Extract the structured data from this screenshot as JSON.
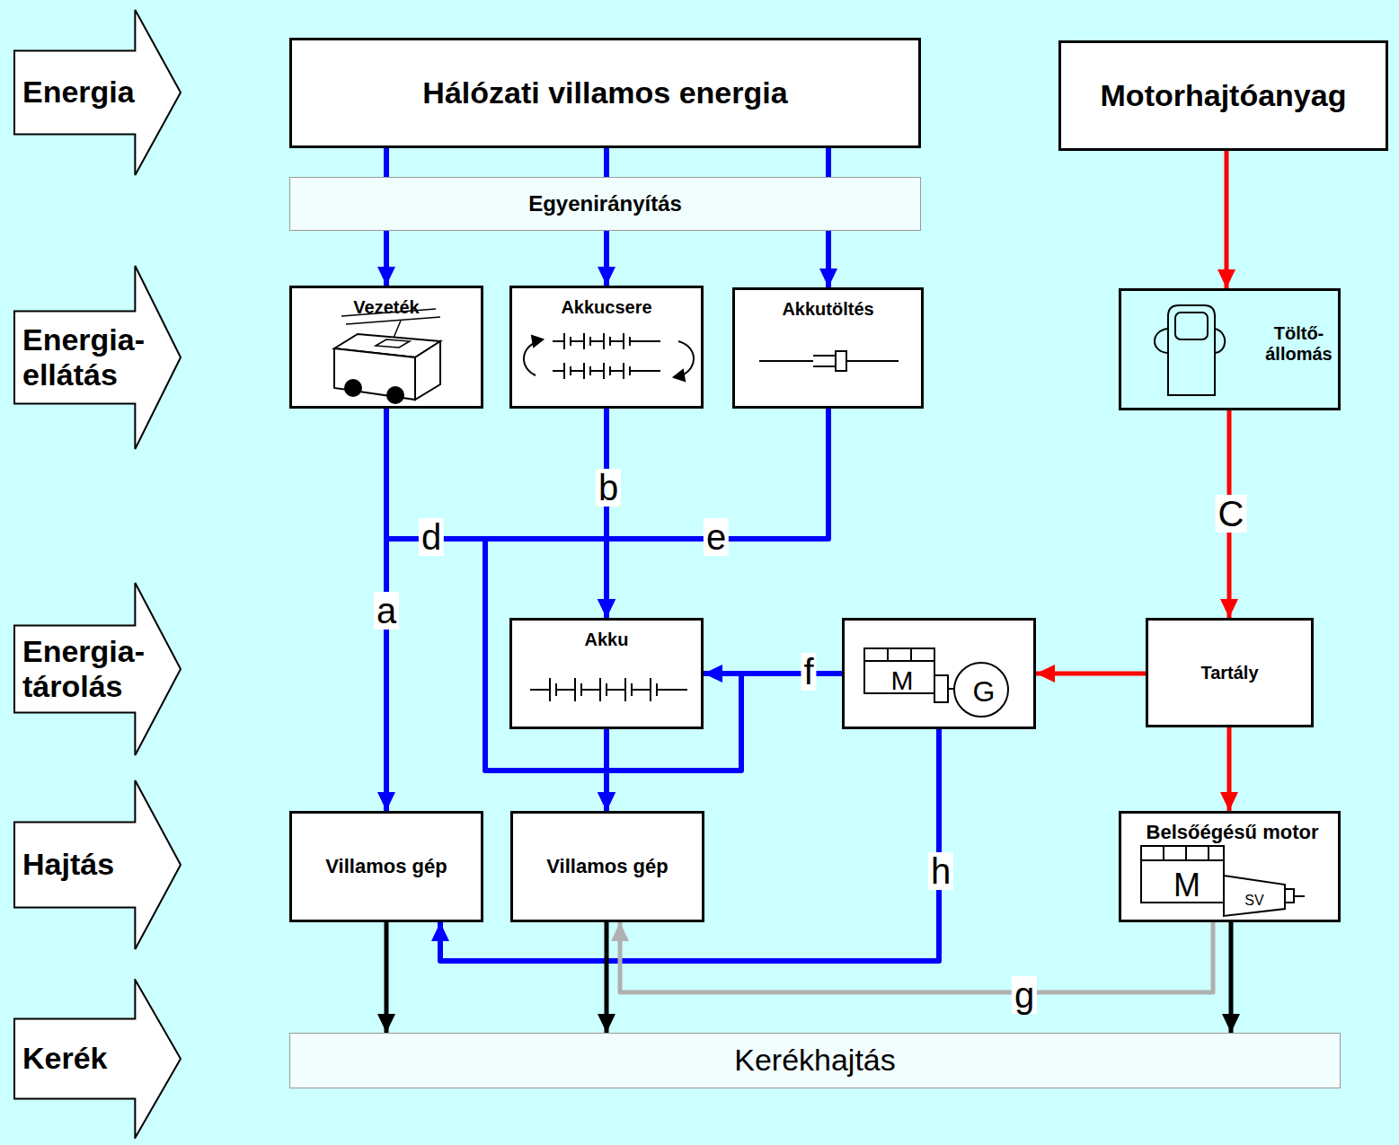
{
  "diagram": {
    "nodes": [
      {
        "text": [
          "Energia"
        ]
      },
      {
        "text": [
          "Energia- ellátás"
        ]
      },
      {
        "text": [
          "Energia- tárolás"
        ]
      },
      {
        "text": [
          "Hajtás"
        ]
      },
      {
        "text": [
          "Kerék"
        ]
      },
      {
        "text": [
          "Hálózati villamos energia"
        ]
      },
      {
        "text": [
          "Motorhajtóanyag"
        ]
      },
      {
        "text": [
          "Egyenirányítás"
        ]
      },
      {
        "text": [
          "Vezeték"
        ]
      },
      {
        "text": [
          "Akkucsere"
        ]
      },
      {
        "text": [
          "Akkutöltés"
        ]
      },
      {
        "text": [
          "Töltő- állomás"
        ]
      },
      {
        "text": [
          "Akku"
        ]
      },
      {
        "text": [
          "M",
          "G"
        ]
      },
      {
        "text": [
          "Tartály"
        ]
      },
      {
        "text": [
          "Villamos gép"
        ]
      },
      {
        "text": [
          "Villamos gép"
        ]
      },
      {
        "text": [
          "Belsőégésű motor",
          "M",
          "SV"
        ]
      },
      {
        "text": [
          "Kerékhajtás"
        ]
      }
    ],
    "edges": [
      {
        "from": 5,
        "to": 7,
        "arrow": "none"
      },
      {
        "from": 5,
        "to": 7,
        "arrow": "none"
      },
      {
        "from": 5,
        "to": 7,
        "arrow": "none"
      },
      {
        "from": 7,
        "to": 8,
        "arrow": "to"
      },
      {
        "from": 7,
        "to": 9,
        "arrow": "to"
      },
      {
        "from": 7,
        "to": 10,
        "arrow": "to"
      },
      {
        "from": 8,
        "to": 15,
        "arrow": "to",
        "label": "a"
      },
      {
        "from": 8,
        "to": 12,
        "arrow": "to",
        "label": "d"
      },
      {
        "from": 8,
        "to": 16,
        "arrow": "to"
      },
      {
        "from": 9,
        "to": 12,
        "arrow": "to",
        "label": "b"
      },
      {
        "from": 10,
        "to": 12,
        "arrow": "to",
        "label": "e"
      },
      {
        "from": 12,
        "to": 16,
        "arrow": "to"
      },
      {
        "from": 13,
        "to": 12,
        "arrow": "to",
        "label": "f"
      },
      {
        "from": 13,
        "to": 16,
        "arrow": "to"
      },
      {
        "from": 13,
        "to": 15,
        "arrow": "to",
        "label": "h"
      },
      {
        "from": 6,
        "to": 11,
        "arrow": "to"
      },
      {
        "from": 11,
        "to": 14,
        "arrow": "to",
        "label": "C"
      },
      {
        "from": 14,
        "to": 13,
        "arrow": "to"
      },
      {
        "from": 14,
        "to": 17,
        "arrow": "to"
      },
      {
        "from": 17,
        "to": 16,
        "arrow": "to",
        "label": "g"
      },
      {
        "from": 15,
        "to": 18,
        "arrow": "to"
      },
      {
        "from": 16,
        "to": 18,
        "arrow": "to"
      },
      {
        "from": 17,
        "to": 18,
        "arrow": "to"
      }
    ]
  }
}
